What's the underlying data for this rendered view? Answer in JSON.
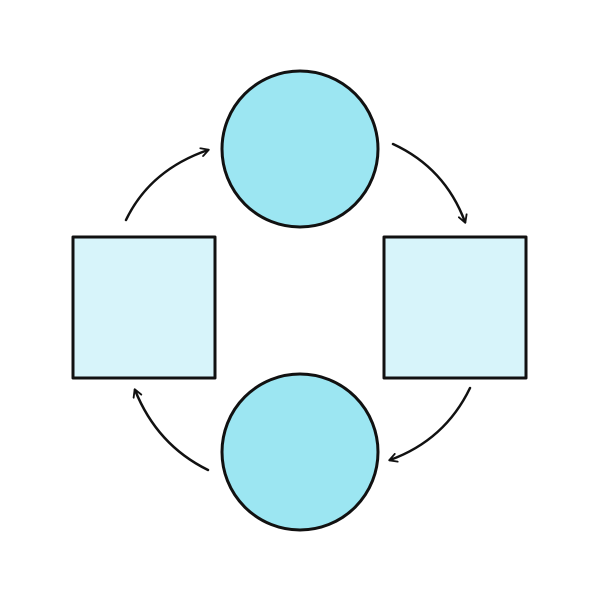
{
  "diagram": {
    "type": "cycle",
    "colors": {
      "circle_fill": "#9ce6f2",
      "square_fill": "#d7f4fa",
      "outline": "#111111",
      "background": "#ffffff"
    },
    "nodes": [
      {
        "id": "top",
        "shape": "circle",
        "label": ""
      },
      {
        "id": "right",
        "shape": "square",
        "label": ""
      },
      {
        "id": "bottom",
        "shape": "circle",
        "label": ""
      },
      {
        "id": "left",
        "shape": "square",
        "label": ""
      }
    ],
    "edges": [
      {
        "from": "top",
        "to": "right",
        "direction": "clockwise"
      },
      {
        "from": "right",
        "to": "bottom",
        "direction": "clockwise"
      },
      {
        "from": "bottom",
        "to": "left",
        "direction": "clockwise"
      },
      {
        "from": "left",
        "to": "top",
        "direction": "clockwise"
      }
    ]
  }
}
